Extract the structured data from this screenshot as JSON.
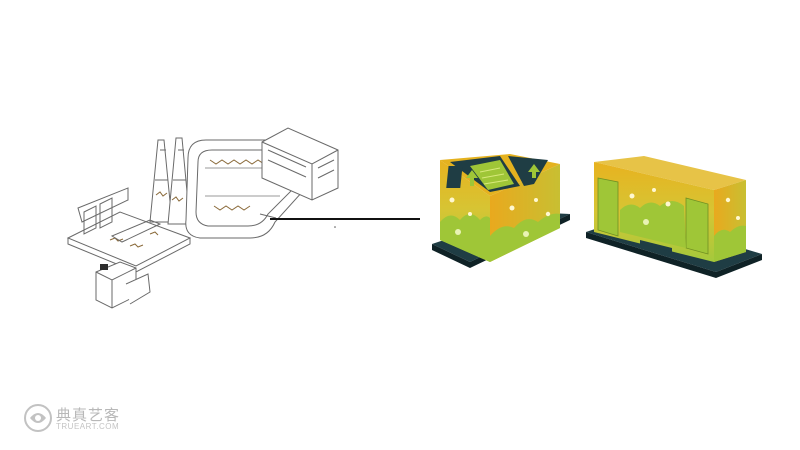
{
  "diagram": {
    "left_figure": "factory-illustration",
    "right_figure": "recycling-bins-pair",
    "connector": "line"
  },
  "colors": {
    "bin_yellow": "#e7b523",
    "bin_green": "#9fc637",
    "bin_dark": "#1f3d44",
    "line": "#111111",
    "sketch": "#6a6a6a"
  },
  "watermark": {
    "cn": "典真艺客",
    "en": "TRUEART.COM"
  }
}
